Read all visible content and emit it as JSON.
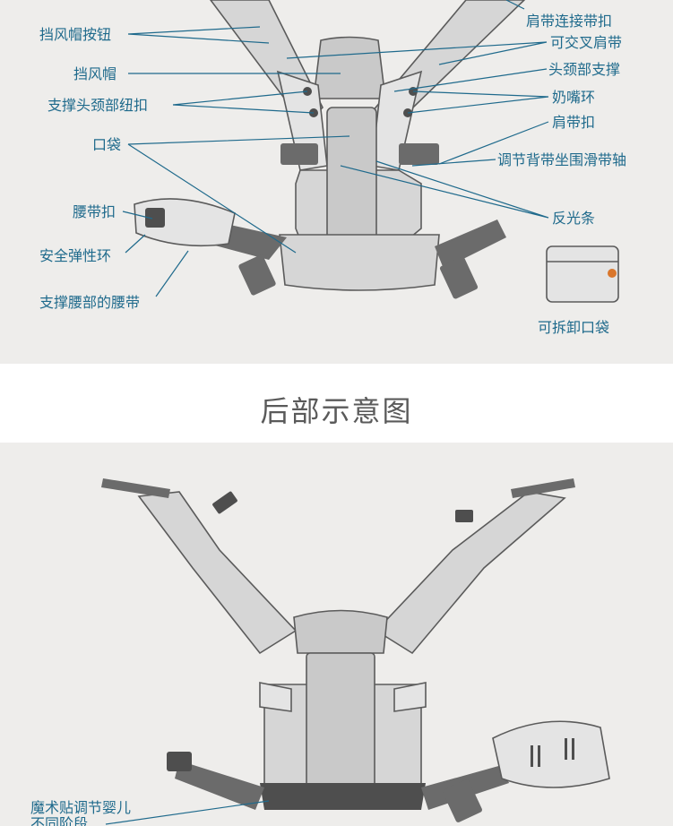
{
  "front_labels": {
    "visor_button": "挡风帽按钮",
    "visor": "挡风帽",
    "head_support_buttons": "支撑头颈部纽扣",
    "pocket": "口袋",
    "waist_buckle": "腰带扣",
    "safety_loop": "安全弹性环",
    "lumbar_belt": "支撑腰部的腰带",
    "shoulder_connector": "肩带连接带扣",
    "cross_straps": "可交叉肩带",
    "head_support": "头颈部支撑",
    "pacifier_loop": "奶嘴环",
    "shoulder_buckle": "肩带扣",
    "seat_slider": "调节背带坐围滑带轴",
    "reflective_strip": "反光条",
    "detachable_pocket": "可拆卸口袋"
  },
  "section_title": "后部示意图",
  "back_labels": {
    "velcro_line1": "魔术贴调节婴儿",
    "velcro_line2": "不同阶段"
  },
  "colors": {
    "label": "#1f6a8c",
    "panel_bg": "#eeedeb",
    "strap_dark": "#6b6b6b",
    "fabric_light": "#d6d6d6",
    "accent_logo": "#d9762b"
  }
}
